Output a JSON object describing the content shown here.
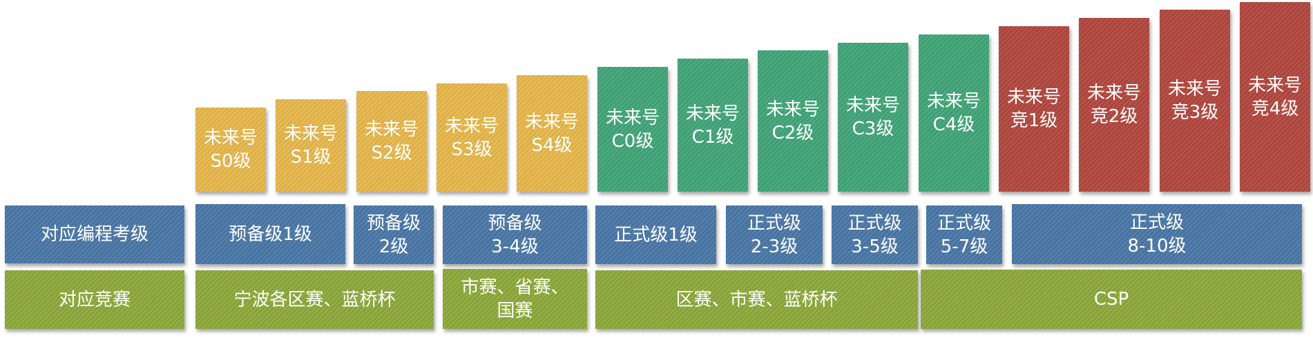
{
  "colors": {
    "yellow": "#e8b84c",
    "green": "#42a679",
    "red": "#b3483f",
    "blue": "#4b78a8",
    "olive": "#8eaa3c"
  },
  "levels": [
    {
      "lines": [
        "未来号",
        "S0级"
      ],
      "color": "yellow"
    },
    {
      "lines": [
        "未来号",
        "S1级"
      ],
      "color": "yellow"
    },
    {
      "lines": [
        "未来号",
        "S2级"
      ],
      "color": "yellow"
    },
    {
      "lines": [
        "未来号",
        "S3级"
      ],
      "color": "yellow"
    },
    {
      "lines": [
        "未来号",
        "S4级"
      ],
      "color": "yellow"
    },
    {
      "lines": [
        "未来号",
        "C0级"
      ],
      "color": "green"
    },
    {
      "lines": [
        "未来号",
        "C1级"
      ],
      "color": "green"
    },
    {
      "lines": [
        "未来号",
        "C2级"
      ],
      "color": "green"
    },
    {
      "lines": [
        "未来号",
        "C3级"
      ],
      "color": "green"
    },
    {
      "lines": [
        "未来号",
        "C4级"
      ],
      "color": "green"
    },
    {
      "lines": [
        "未来号",
        "竞1级"
      ],
      "color": "red"
    },
    {
      "lines": [
        "未来号",
        "竞2级"
      ],
      "color": "red"
    },
    {
      "lines": [
        "未来号",
        "竞3级"
      ],
      "color": "red"
    },
    {
      "lines": [
        "未来号",
        "竞4级"
      ],
      "color": "red"
    }
  ],
  "exam_row": {
    "label": "对应编程考级",
    "cells": [
      {
        "lines": [
          "预备级1级"
        ]
      },
      {
        "lines": [
          "预备级",
          "2级"
        ]
      },
      {
        "lines": [
          "预备级",
          "3-4级"
        ]
      },
      {
        "lines": [
          "正式级1级"
        ]
      },
      {
        "lines": [
          "正式级",
          "2-3级"
        ]
      },
      {
        "lines": [
          "正式级",
          "3-5级"
        ]
      },
      {
        "lines": [
          "正式级",
          "5-7级"
        ]
      },
      {
        "lines": [
          "正式级",
          "8-10级"
        ]
      }
    ]
  },
  "contest_row": {
    "label": "对应竞赛",
    "cells": [
      {
        "lines": [
          "宁波各区赛、蓝桥杯"
        ]
      },
      {
        "lines": [
          "市赛、省赛、",
          "国赛"
        ]
      },
      {
        "lines": [
          "区赛、市赛、蓝桥杯"
        ]
      },
      {
        "lines": [
          "CSP"
        ]
      }
    ]
  }
}
